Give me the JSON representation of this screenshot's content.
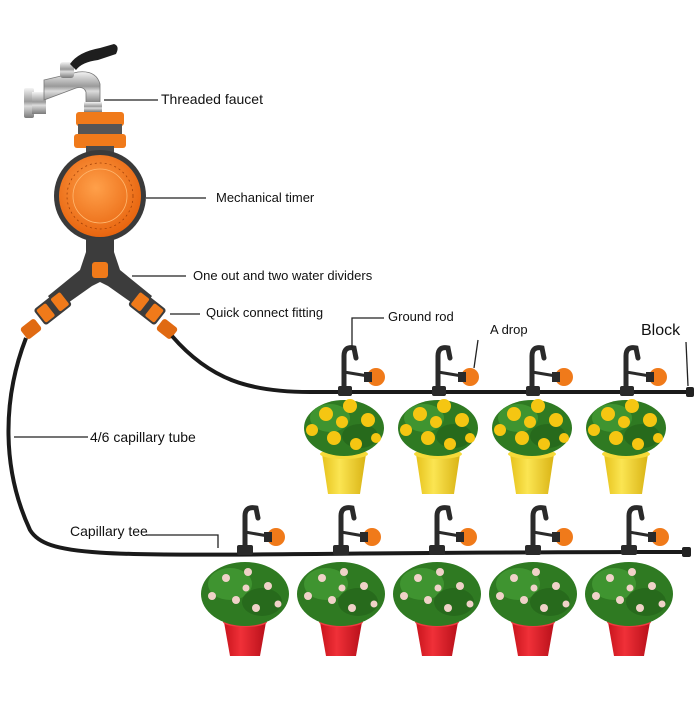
{
  "labels": {
    "faucet": "Threaded faucet",
    "timer": "Mechanical timer",
    "divider": "One out and two water dividers",
    "quick_connect": "Quick connect fitting",
    "ground_rod": "Ground rod",
    "drop": "A drop",
    "block": "Block",
    "capillary_tube": "4/6 capillary tube",
    "capillary_tee": "Capillary tee"
  },
  "colors": {
    "orange": "#f07a1a",
    "dark_orange": "#d8600c",
    "tube": "#1a1a1a",
    "fitting_gray": "#3c3c3c",
    "yellow_pot": "#f2d32a",
    "red_pot": "#e0202a",
    "yellow_flower": "#f5c612",
    "pink_flower": "#f0d2c8",
    "leaf": "#2f7a22"
  },
  "icons": [
    "faucet-icon",
    "timer-icon",
    "splitter-icon",
    "emitter-icon",
    "plant-icon",
    "pot-icon"
  ]
}
